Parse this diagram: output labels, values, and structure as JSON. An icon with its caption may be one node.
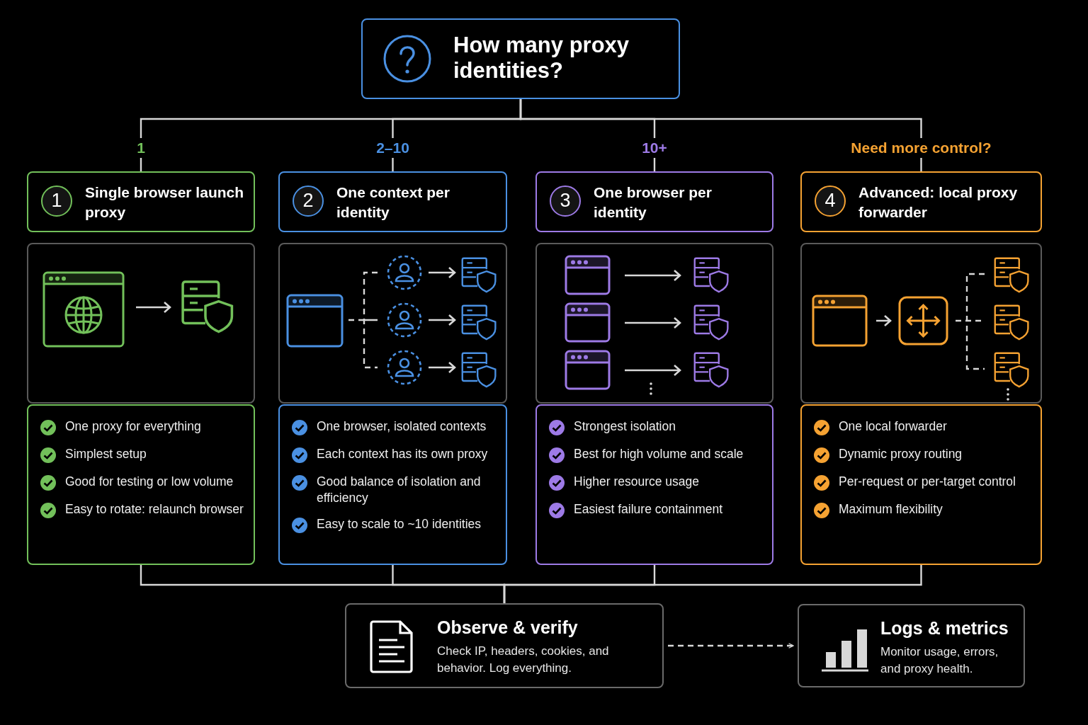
{
  "diagram": {
    "nodes": [
      {
        "text": [
          "How many proxy identities?"
        ]
      },
      {
        "text": [
          "1",
          "Single browser launch proxy"
        ]
      },
      {
        "text": [],
        "shape": "picture"
      },
      {
        "text": [
          "One proxy for everything",
          "Simplest setup",
          "Good for testing or low volume",
          "Easy to rotate: relaunch browser"
        ]
      },
      {
        "text": [
          "2",
          "One context per identity"
        ]
      },
      {
        "text": [],
        "shape": "picture"
      },
      {
        "text": [
          "One browser, isolated contexts",
          "Each context has its own proxy",
          "Good balance of isolation and efficiency",
          "Easy to scale to ~10 identities"
        ]
      },
      {
        "text": [
          "3",
          "One browser per identity"
        ]
      },
      {
        "text": [],
        "shape": "picture"
      },
      {
        "text": [
          "Strongest isolation",
          "Best for high volume and scale",
          "Higher resource usage",
          "Easiest failure containment"
        ]
      },
      {
        "text": [
          "4",
          "Advanced: local proxy forwarder"
        ]
      },
      {
        "text": [],
        "shape": "picture"
      },
      {
        "text": [
          "One local forwarder",
          "Dynamic proxy routing",
          "Per-request or per-target control",
          "Maximum flexibility"
        ]
      },
      {
        "text": [
          "Observe & verify",
          "Check IP, headers, cookies, and behavior. Log everything."
        ]
      },
      {
        "text": [
          "Logs & metrics",
          "Monitor usage, errors, and proxy health."
        ]
      }
    ],
    "edges": [
      {
        "from": 0,
        "to": 1,
        "arrow": "none",
        "label": "1"
      },
      {
        "from": 0,
        "to": 4,
        "arrow": "none",
        "label": "2–10"
      },
      {
        "from": 0,
        "to": 7,
        "arrow": "none",
        "label": "10+"
      },
      {
        "from": 0,
        "to": 10,
        "arrow": "none",
        "label": "Need more control?"
      },
      {
        "from": 3,
        "to": 13,
        "arrow": "none"
      },
      {
        "from": 6,
        "to": 13,
        "arrow": "none"
      },
      {
        "from": 9,
        "to": 13,
        "arrow": "none"
      },
      {
        "from": 12,
        "to": 13,
        "arrow": "none"
      },
      {
        "from": 13,
        "to": 14,
        "arrow": "to",
        "style": "dashed"
      }
    ]
  }
}
